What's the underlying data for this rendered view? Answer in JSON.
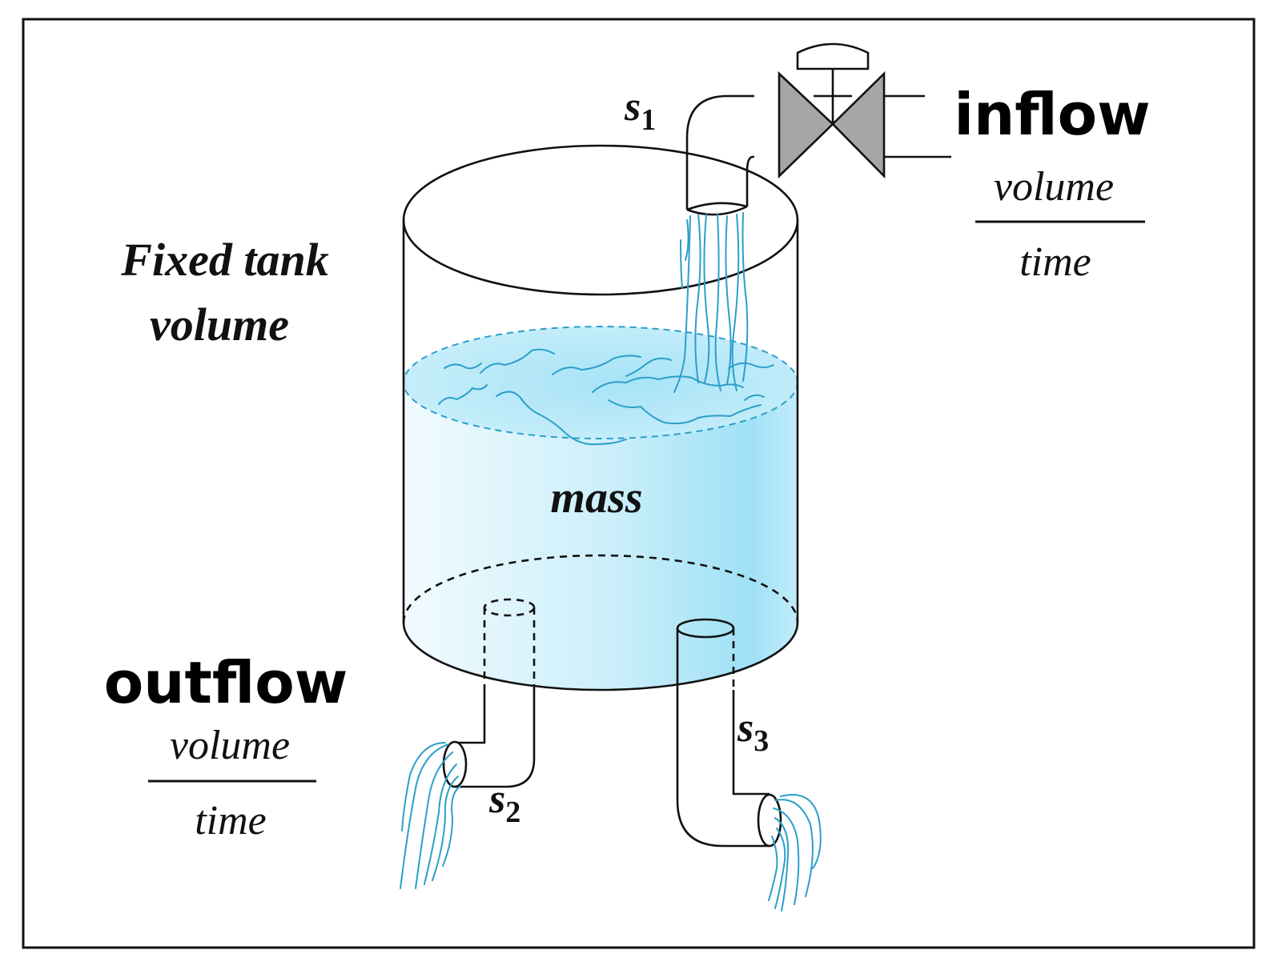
{
  "tank": {
    "label_line1": "Fixed tank",
    "label_line2": "volume",
    "content_label": "mass"
  },
  "inflow": {
    "title": "inflow",
    "numerator": "volume",
    "denominator": "time",
    "section_letter": "s",
    "section_index": "1"
  },
  "outflow": {
    "title": "outflow",
    "numerator": "volume",
    "denominator": "time"
  },
  "outlet_left": {
    "section_letter": "s",
    "section_index": "2"
  },
  "outlet_right": {
    "section_letter": "s",
    "section_index": "3"
  },
  "colors": {
    "water_light": "#e8f7fd",
    "water_mid": "#a9e4f7",
    "water_line": "#2b9fca",
    "valve_gray": "#a6a6a6",
    "outline": "#111111"
  }
}
